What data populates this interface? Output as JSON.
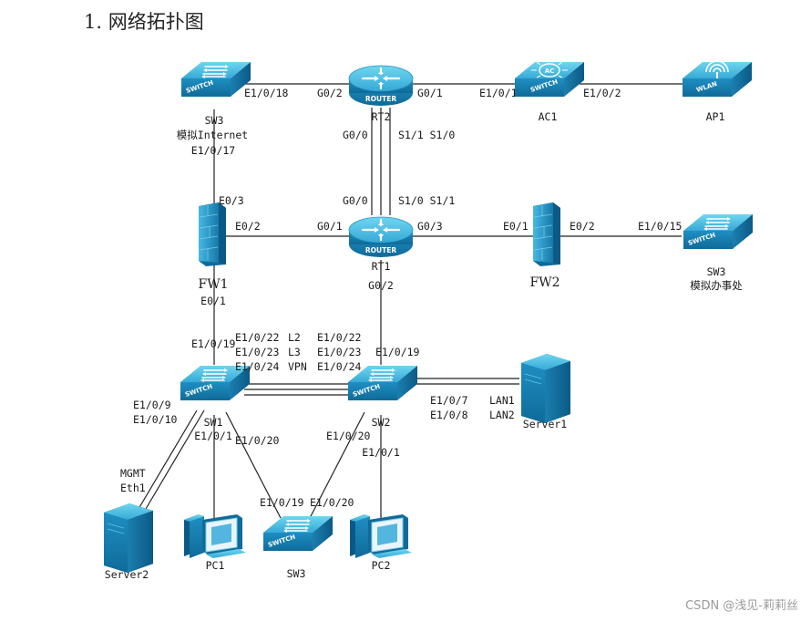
{
  "title": "1. 网络拓扑图",
  "watermark": "CSDN @浅见-莉莉丝",
  "icon_labels": {
    "switch": "SWITCH",
    "router": "ROUTER",
    "ac": "AC",
    "wlan": "WLAN"
  },
  "devices": {
    "sw3_top": {
      "name": "SW3",
      "note": "模拟Internet"
    },
    "rt2": {
      "name": "RT2"
    },
    "ac1": {
      "name": "AC1"
    },
    "ap1": {
      "name": "AP1"
    },
    "fw1": {
      "name": "FW1"
    },
    "rt1": {
      "name": "RT1"
    },
    "fw2": {
      "name": "FW2"
    },
    "sw3_right": {
      "name": "SW3",
      "note": "模拟办事处"
    },
    "sw1": {
      "name": "SW1"
    },
    "sw2": {
      "name": "SW2"
    },
    "server1": {
      "name": "Server1"
    },
    "server2": {
      "name": "Server2"
    },
    "pc1": {
      "name": "PC1"
    },
    "sw3_bottom": {
      "name": "SW3"
    },
    "pc2": {
      "name": "PC2"
    }
  },
  "ports": {
    "sw3_e1018": "E1/0/18",
    "rt2_g02": "G0/2",
    "rt2_g01": "G0/1",
    "ac1_e101": "E1/0/1",
    "ac1_e102": "E1/0/2",
    "sw3_e1017": "E1/0/17",
    "rt2_g00": "G0/0",
    "rt2_s1": "S1/1 S1/0",
    "fw1_e03": "E0/3",
    "rt1_g00": "G0/0",
    "rt1_s1": "S1/0 S1/1",
    "fw1_e02": "E0/2",
    "rt1_g01": "G0/1",
    "rt1_g03": "G0/3",
    "fw2_e01": "E0/1",
    "fw2_e02": "E0/2",
    "sw3r_e1015": "E1/0/15",
    "fw1_e01": "E0/1",
    "rt1_g02": "G0/2",
    "sw1_e1019": "E1/0/19",
    "sw1_trunk": [
      "E1/0/22",
      "E1/0/23",
      "E1/0/24"
    ],
    "trunk_names": [
      "L2",
      "L3",
      "VPN"
    ],
    "sw2_trunk": [
      "E1/0/22",
      "E1/0/23",
      "E1/0/24"
    ],
    "sw2_e1019": "E1/0/19",
    "sw2_srv": [
      "E1/0/7",
      "E1/0/8"
    ],
    "srv1_nics": [
      "LAN1",
      "LAN2"
    ],
    "sw1_srv2": [
      "E1/0/9",
      "E1/0/10"
    ],
    "srv2_nics": [
      "MGMT",
      "Eth1"
    ],
    "sw1_e101": "E1/0/1",
    "sw1_e1020": "E1/0/20",
    "sw2_e1020": "E1/0/20",
    "sw2_e101": "E1/0/1",
    "sw3b_e1019": "E1/0/19",
    "sw3b_e1020": "E1/0/20"
  }
}
